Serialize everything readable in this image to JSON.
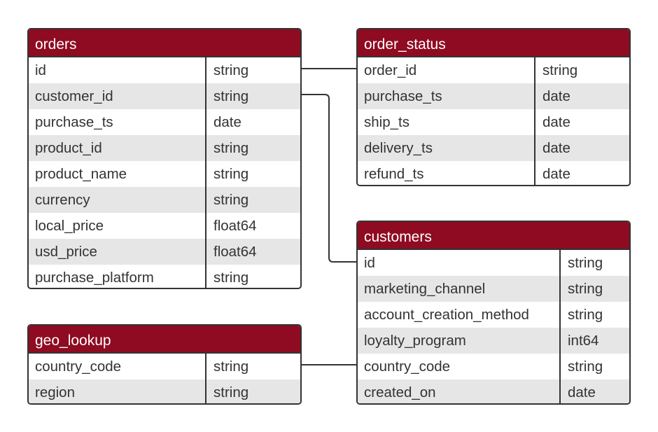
{
  "entities": {
    "orders": {
      "title": "orders",
      "rows": [
        {
          "name": "id",
          "type": "string"
        },
        {
          "name": "customer_id",
          "type": "string"
        },
        {
          "name": "purchase_ts",
          "type": "date"
        },
        {
          "name": "product_id",
          "type": "string"
        },
        {
          "name": "product_name",
          "type": "string"
        },
        {
          "name": "currency",
          "type": "string"
        },
        {
          "name": "local_price",
          "type": "float64"
        },
        {
          "name": "usd_price",
          "type": "float64"
        },
        {
          "name": "purchase_platform",
          "type": "string"
        }
      ]
    },
    "order_status": {
      "title": "order_status",
      "rows": [
        {
          "name": "order_id",
          "type": "string"
        },
        {
          "name": "purchase_ts",
          "type": "date"
        },
        {
          "name": "ship_ts",
          "type": "date"
        },
        {
          "name": "delivery_ts",
          "type": "date"
        },
        {
          "name": "refund_ts",
          "type": "date"
        }
      ]
    },
    "customers": {
      "title": "customers",
      "rows": [
        {
          "name": "id",
          "type": "string"
        },
        {
          "name": "marketing_channel",
          "type": "string"
        },
        {
          "name": "account_creation_method",
          "type": "string"
        },
        {
          "name": "loyalty_program",
          "type": "int64"
        },
        {
          "name": "country_code",
          "type": "string"
        },
        {
          "name": "created_on",
          "type": "date"
        }
      ]
    },
    "geo_lookup": {
      "title": "geo_lookup",
      "rows": [
        {
          "name": "country_code",
          "type": "string"
        },
        {
          "name": "region",
          "type": "string"
        }
      ]
    }
  },
  "colors": {
    "header_fill": "#8f0b21",
    "header_text": "#ffffff",
    "border": "#333333",
    "alt_row": "#e6e6e6"
  }
}
